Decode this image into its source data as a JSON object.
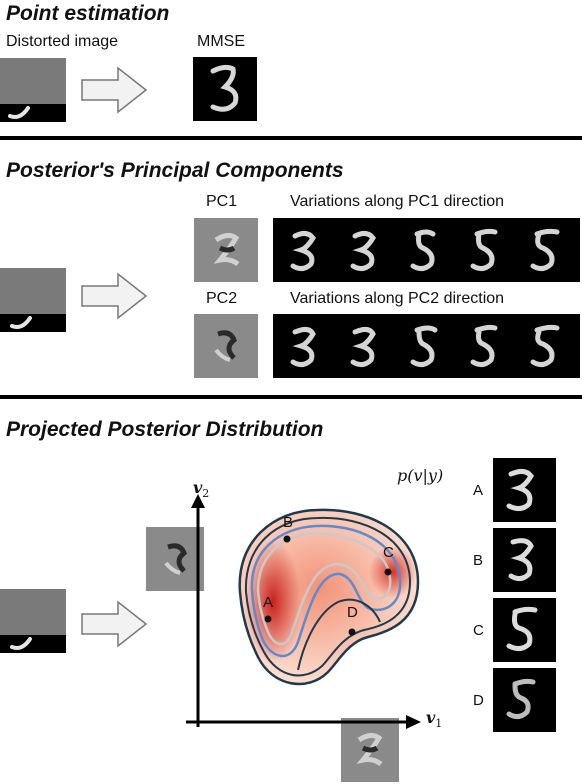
{
  "sections": {
    "point": {
      "title": "Point estimation",
      "distorted_label": "Distorted image",
      "mmse_label": "MMSE"
    },
    "pcs": {
      "title": "Posterior's Principal Components",
      "pc1_label": "PC1",
      "pc2_label": "PC2",
      "pc1_variations_label": "Variations along PC1 direction",
      "pc2_variations_label": "Variations along PC2 direction"
    },
    "projected": {
      "title": "Projected Posterior Distribution",
      "axis_v1": "v",
      "axis_v1_sub": "1",
      "axis_v2": "v",
      "axis_v2_sub": "2",
      "density_label": "p(v|y)",
      "point_labels": [
        "A",
        "B",
        "C",
        "D"
      ],
      "sample_labels": [
        "A",
        "B",
        "C",
        "D"
      ]
    }
  },
  "colors": {
    "divider": "#000000",
    "contour_dark": "#1f3a4d",
    "contour_blue": "#5b8bd0",
    "contour_light": "#c9c9c9",
    "density_peak": "#c8221b"
  }
}
